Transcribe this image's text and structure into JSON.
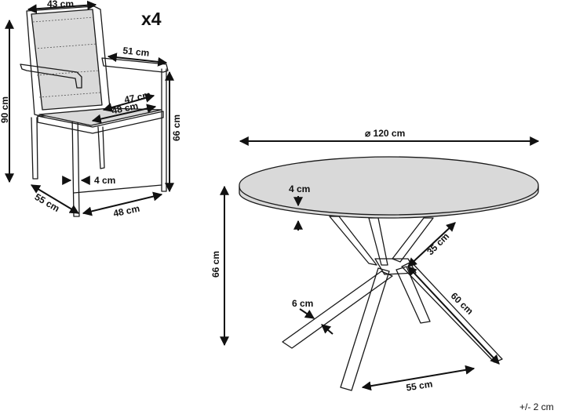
{
  "quantity": "x4",
  "tolerance": "+/- 2 cm",
  "chair": {
    "seat_depth_top": "43 cm",
    "armrest_depth": "51 cm",
    "total_height": "90 cm",
    "seat_inner_width": "47 cm",
    "seat_width": "48 cm",
    "arm_height": "66 cm",
    "frame_thickness": "4 cm",
    "base_depth": "55 cm",
    "base_width": "48 cm"
  },
  "table": {
    "diameter": "⌀ 120 cm",
    "top_thickness": "4 cm",
    "height": "66 cm",
    "leg_span_upper": "35 cm",
    "leg_length": "60 cm",
    "leg_thickness": "6 cm",
    "foot_span": "55 cm"
  }
}
